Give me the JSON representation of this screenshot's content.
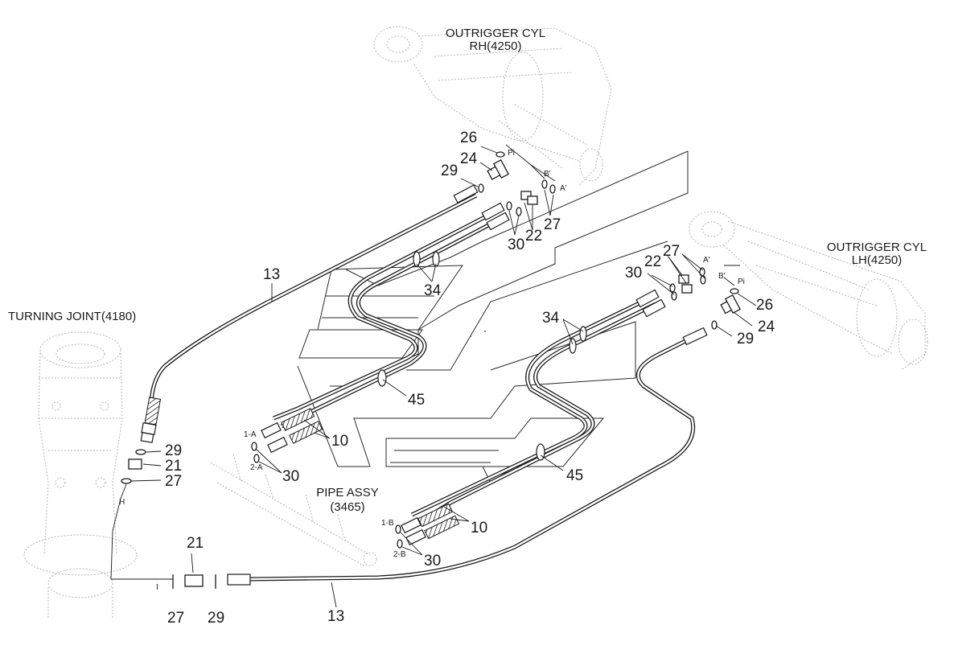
{
  "titles": {
    "rh_line1": "OUTRIGGER CYL",
    "rh_line2": "RH(4250)",
    "lh_line1": "OUTRIGGER CYL",
    "lh_line2": "LH(4250)",
    "turning_joint": "TURNING JOINT(4180)",
    "pipe_line1": "PIPE ASSY",
    "pipe_line2": "(3465)"
  },
  "callouts": {
    "rh_26": "26",
    "rh_24": "24",
    "rh_29": "29",
    "rh_22": "22",
    "rh_27": "27",
    "rh_30": "30",
    "lh_27": "27",
    "lh_22": "22",
    "lh_30": "30",
    "lh_26": "26",
    "lh_24": "24",
    "lh_29": "29",
    "hose_13_top": "13",
    "clamp_34_left": "34",
    "clamp_34_right": "34",
    "clamp_45_left": "45",
    "clamp_45_right": "45",
    "hose_10_left": "10",
    "hose_10_right": "10",
    "tj_29": "29",
    "tj_21": "21",
    "tj_27": "27",
    "port_30_left": "30",
    "port_30_right": "30",
    "bottom_21": "21",
    "bottom_27": "27",
    "bottom_29": "29",
    "hose_13_bottom": "13"
  },
  "ports": {
    "pi_rh": "Pi",
    "b_rh": "B'",
    "a_rh": "A'",
    "a_lh": "A'",
    "b_lh": "B'",
    "pi_lh": "Pi",
    "p1a": "1-A",
    "p2a": "2-A",
    "p1b": "1-B",
    "p2b": "2-B",
    "h": "H",
    "i": "I"
  }
}
